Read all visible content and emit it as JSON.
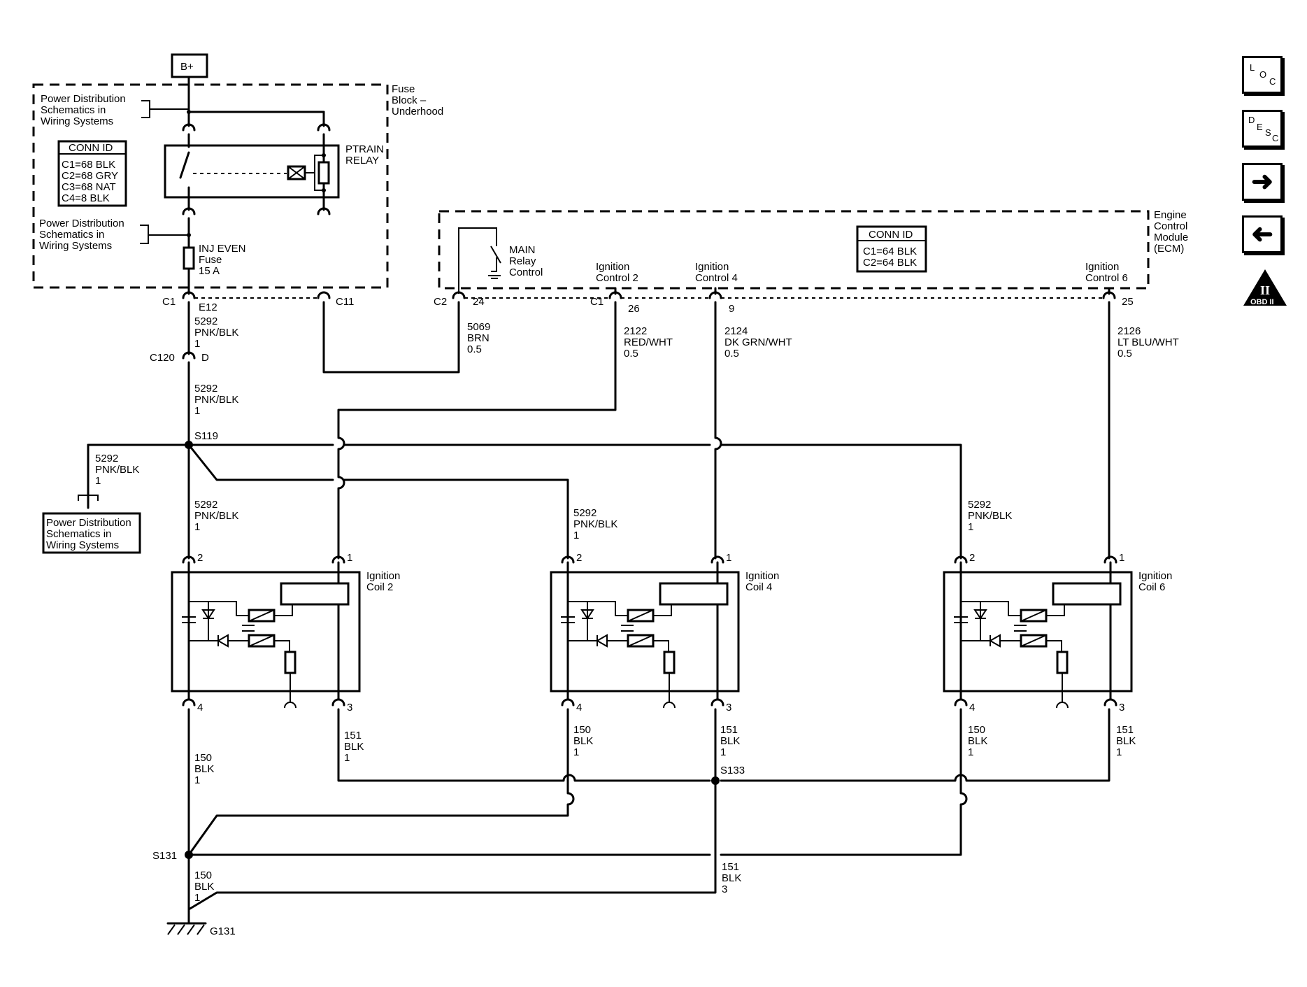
{
  "nav_buttons": {
    "loc": [
      "L",
      "O",
      "C"
    ],
    "desc": [
      "D",
      "E",
      "S",
      "C"
    ],
    "forward_icon": "right-arrow-icon",
    "back_icon": "left-arrow-icon",
    "obd": {
      "numeral": "II",
      "label": "OBD II"
    }
  },
  "power": {
    "bplus": "B+"
  },
  "fuse_block": {
    "title": [
      "Fuse",
      "Block –",
      "Underhood"
    ],
    "pds_top": [
      "Power Distribution",
      "Schematics in",
      "Wiring Systems"
    ],
    "pds_mid": [
      "Power Distribution",
      "Schematics in",
      "Wiring Systems"
    ],
    "conn_id_title": "CONN ID",
    "conn_ids": [
      "C1=68 BLK",
      "C2=68 GRY",
      "C3=68 NAT",
      "C4=8 BLK"
    ],
    "relay": [
      "PTRAIN",
      "RELAY"
    ],
    "fuse": [
      "INJ EVEN",
      "Fuse",
      "15 A"
    ],
    "pin_c1": "C1",
    "pin_e12": "E12",
    "pin_c11": "C11"
  },
  "ecm": {
    "title": [
      "Engine",
      "Control",
      "Module",
      "(ECM)"
    ],
    "conn_id_title": "CONN ID",
    "conn_ids": [
      "C1=64 BLK",
      "C2=64 BLK"
    ],
    "main_relay": [
      "MAIN",
      "Relay",
      "Control"
    ],
    "ign2": [
      "Ignition",
      "Control 2"
    ],
    "ign4": [
      "Ignition",
      "Control 4"
    ],
    "ign6": [
      "Ignition",
      "Control 6"
    ],
    "pin_c2": "C2",
    "pin_24": "24",
    "pin_c1": "C1",
    "pin_26": "26",
    "pin_9": "9",
    "pin_25": "25"
  },
  "wires": {
    "w5292_a": [
      "5292",
      "PNK/BLK",
      "1"
    ],
    "w5292_b": [
      "5292",
      "PNK/BLK",
      "1"
    ],
    "w5292_c": [
      "5292",
      "PNK/BLK",
      "1"
    ],
    "w5292_d": [
      "5292",
      "PNK/BLK",
      "1"
    ],
    "w5292_e": [
      "5292",
      "PNK/BLK",
      "1"
    ],
    "w5292_f": [
      "5292",
      "PNK/BLK",
      "1"
    ],
    "w5069": [
      "5069",
      "BRN",
      "0.5"
    ],
    "w2122": [
      "2122",
      "RED/WHT",
      "0.5"
    ],
    "w2124": [
      "2124",
      "DK GRN/WHT",
      "0.5"
    ],
    "w2126": [
      "2126",
      "LT BLU/WHT",
      "0.5"
    ],
    "w150_a": [
      "150",
      "BLK",
      "1"
    ],
    "w151_a": [
      "151",
      "BLK",
      "1"
    ],
    "w150_b": [
      "150",
      "BLK",
      "1"
    ],
    "w151_b": [
      "151",
      "BLK",
      "1"
    ],
    "w150_c": [
      "150",
      "BLK",
      "1"
    ],
    "w151_c": [
      "151",
      "BLK",
      "1"
    ],
    "w150_d": [
      "150",
      "BLK",
      "1"
    ],
    "w151_d": [
      "151",
      "BLK",
      "3"
    ]
  },
  "connectors": {
    "c120": "C120",
    "c120_pin": "D"
  },
  "splices": {
    "s119": "S119",
    "s131": "S131",
    "s133": "S133"
  },
  "ground": "G131",
  "pds_left": [
    "Power Distribution",
    "Schematics in",
    "Wiring Systems"
  ],
  "coils": [
    {
      "name": [
        "Ignition",
        "Coil 2"
      ],
      "pins": [
        "2",
        "1",
        "4",
        "3"
      ]
    },
    {
      "name": [
        "Ignition",
        "Coil 4"
      ],
      "pins": [
        "2",
        "1",
        "4",
        "3"
      ]
    },
    {
      "name": [
        "Ignition",
        "Coil 6"
      ],
      "pins": [
        "2",
        "1",
        "4",
        "3"
      ]
    }
  ]
}
